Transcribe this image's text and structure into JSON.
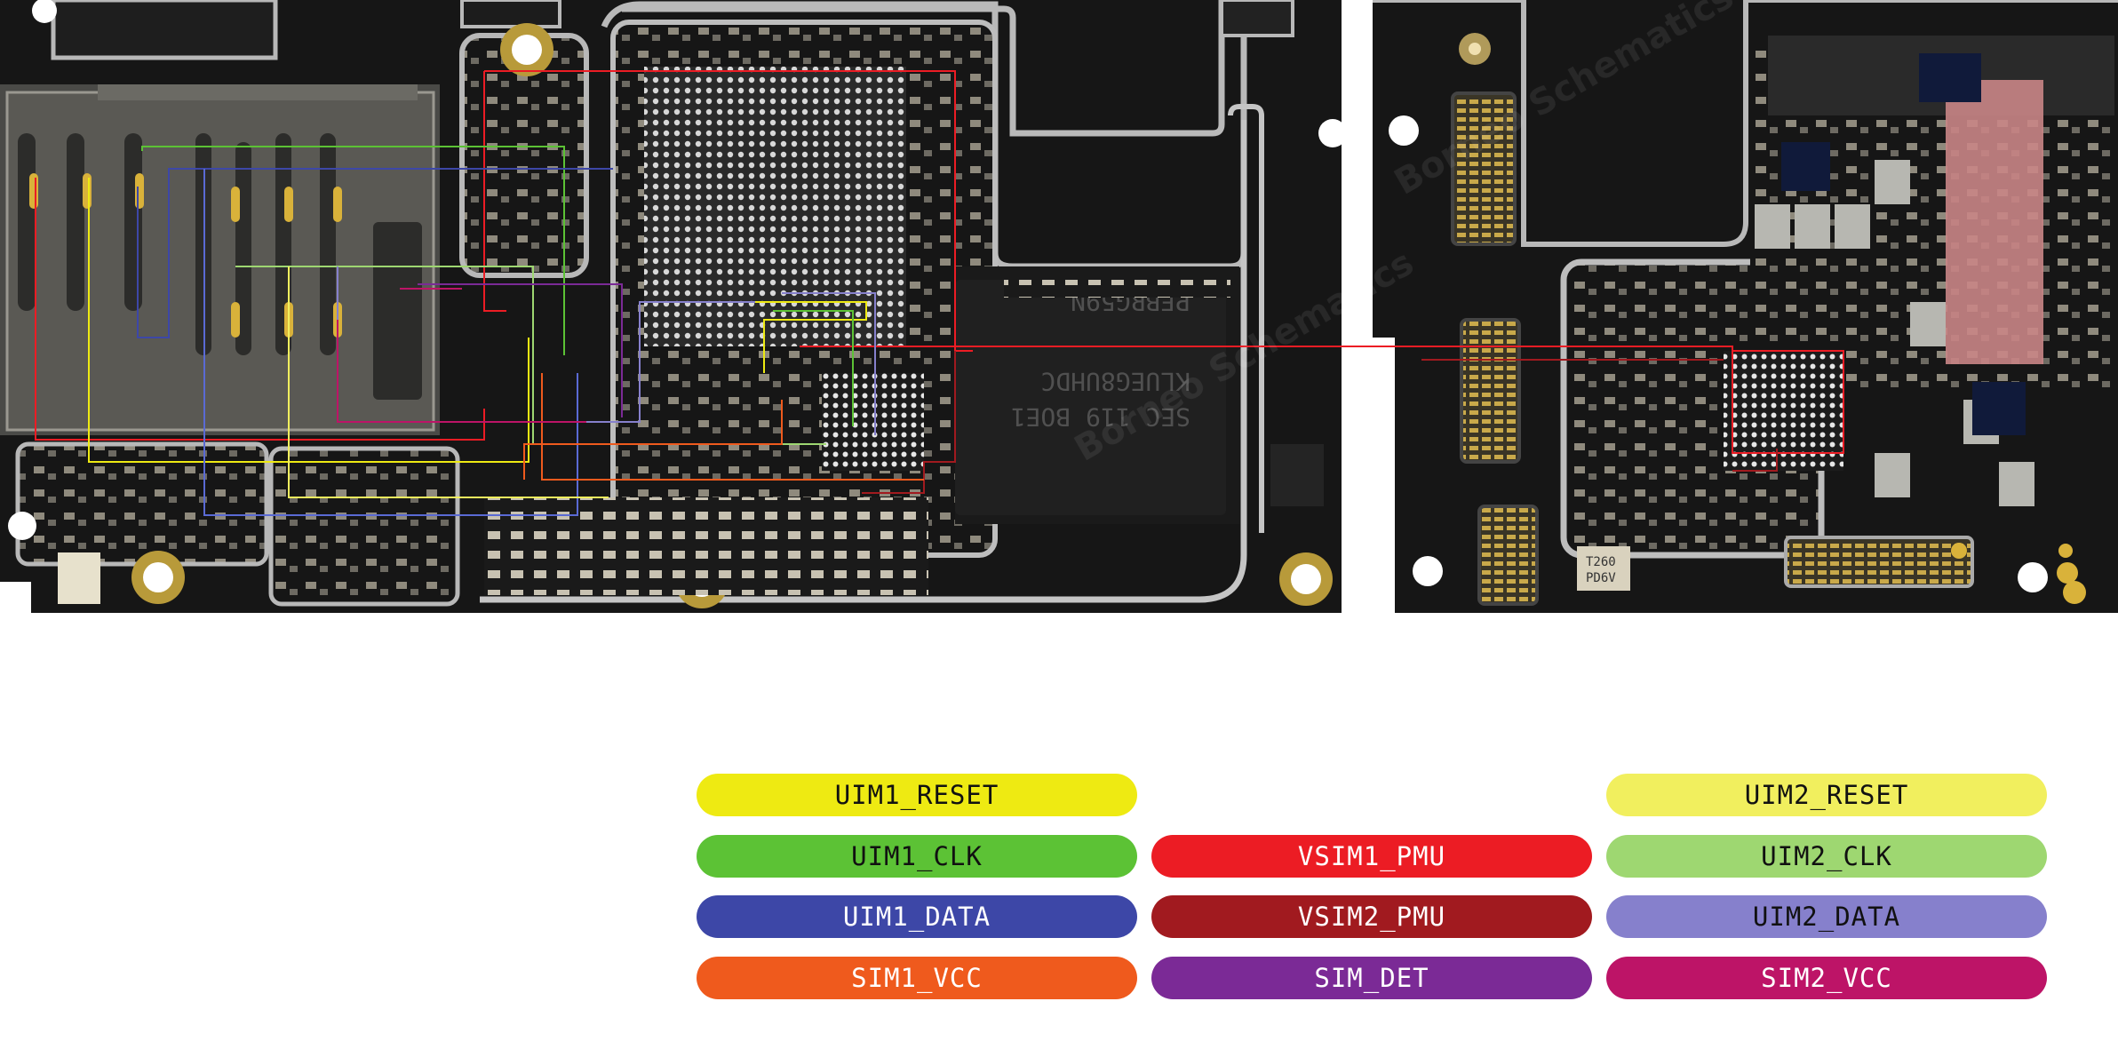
{
  "legend": {
    "uim1_reset": {
      "label": "UIM1_RESET",
      "color": "#eeea12",
      "text": "#111111"
    },
    "uim1_clk": {
      "label": "UIM1_CLK",
      "color": "#5cc235",
      "text": "#111111"
    },
    "uim1_data": {
      "label": "UIM1_DATA",
      "color": "#3d47a7",
      "text": "#ffffff"
    },
    "sim1_vcc": {
      "label": "SIM1_VCC",
      "color": "#ef5a1d",
      "text": "#ffffff"
    },
    "vsim1_pmu": {
      "label": "VSIM1_PMU",
      "color": "#ec1c24",
      "text": "#ffffff"
    },
    "vsim2_pmu": {
      "label": "VSIM2_PMU",
      "color": "#a11a1f",
      "text": "#ffffff"
    },
    "sim_det": {
      "label": "SIM_DET",
      "color": "#7b2a96",
      "text": "#ffffff"
    },
    "uim2_reset": {
      "label": "UIM2_RESET",
      "color": "#f1ef5e",
      "text": "#111111"
    },
    "uim2_clk": {
      "label": "UIM2_CLK",
      "color": "#9ed771",
      "text": "#111111"
    },
    "uim2_data": {
      "label": "UIM2_DATA",
      "color": "#8680cc",
      "text": "#111111"
    },
    "sim2_vcc": {
      "label": "SIM2_VCC",
      "color": "#bd1467",
      "text": "#ffffff"
    }
  },
  "board": {
    "chip_markings": {
      "emmc_line1": "PFBRG59N",
      "emmc_line2": "KLUEG8UHDC",
      "emmc_line3": "SEC 119 BOE1",
      "crystal_line1": "T260",
      "crystal_line2": "PD6V"
    },
    "watermark": "Borneo Schematics"
  }
}
